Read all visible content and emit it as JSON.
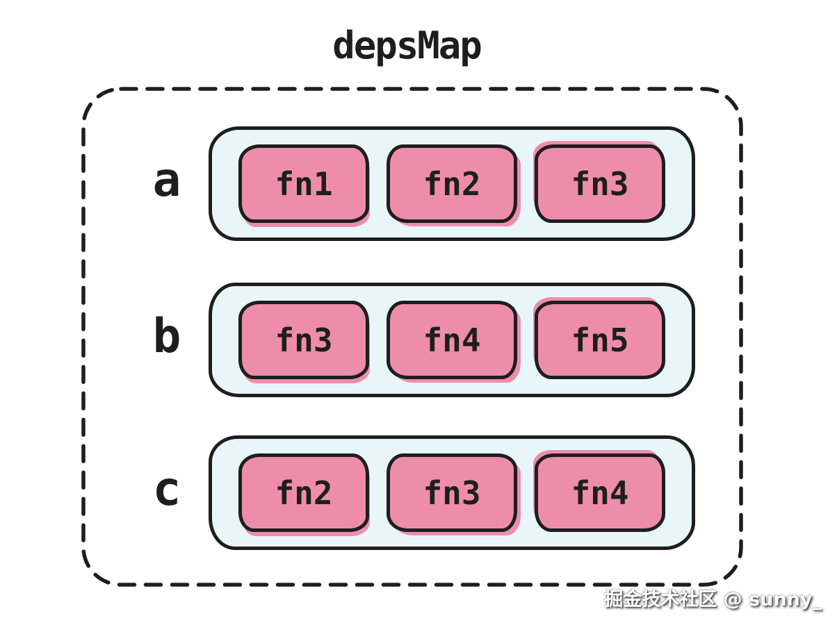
{
  "title": "depsMap",
  "depsmap": {
    "rows": [
      {
        "key": "a",
        "deps": [
          "fn1",
          "fn2",
          "fn3"
        ]
      },
      {
        "key": "b",
        "deps": [
          "fn3",
          "fn4",
          "fn5"
        ]
      },
      {
        "key": "c",
        "deps": [
          "fn2",
          "fn3",
          "fn4"
        ]
      }
    ]
  },
  "watermark": "掘金技术社区 @ sunny_",
  "colors": {
    "stroke": "#1e1e1e",
    "row_fill": "#e9f6f9",
    "dep_fill": "#ee8dab",
    "background": "#ffffff"
  }
}
